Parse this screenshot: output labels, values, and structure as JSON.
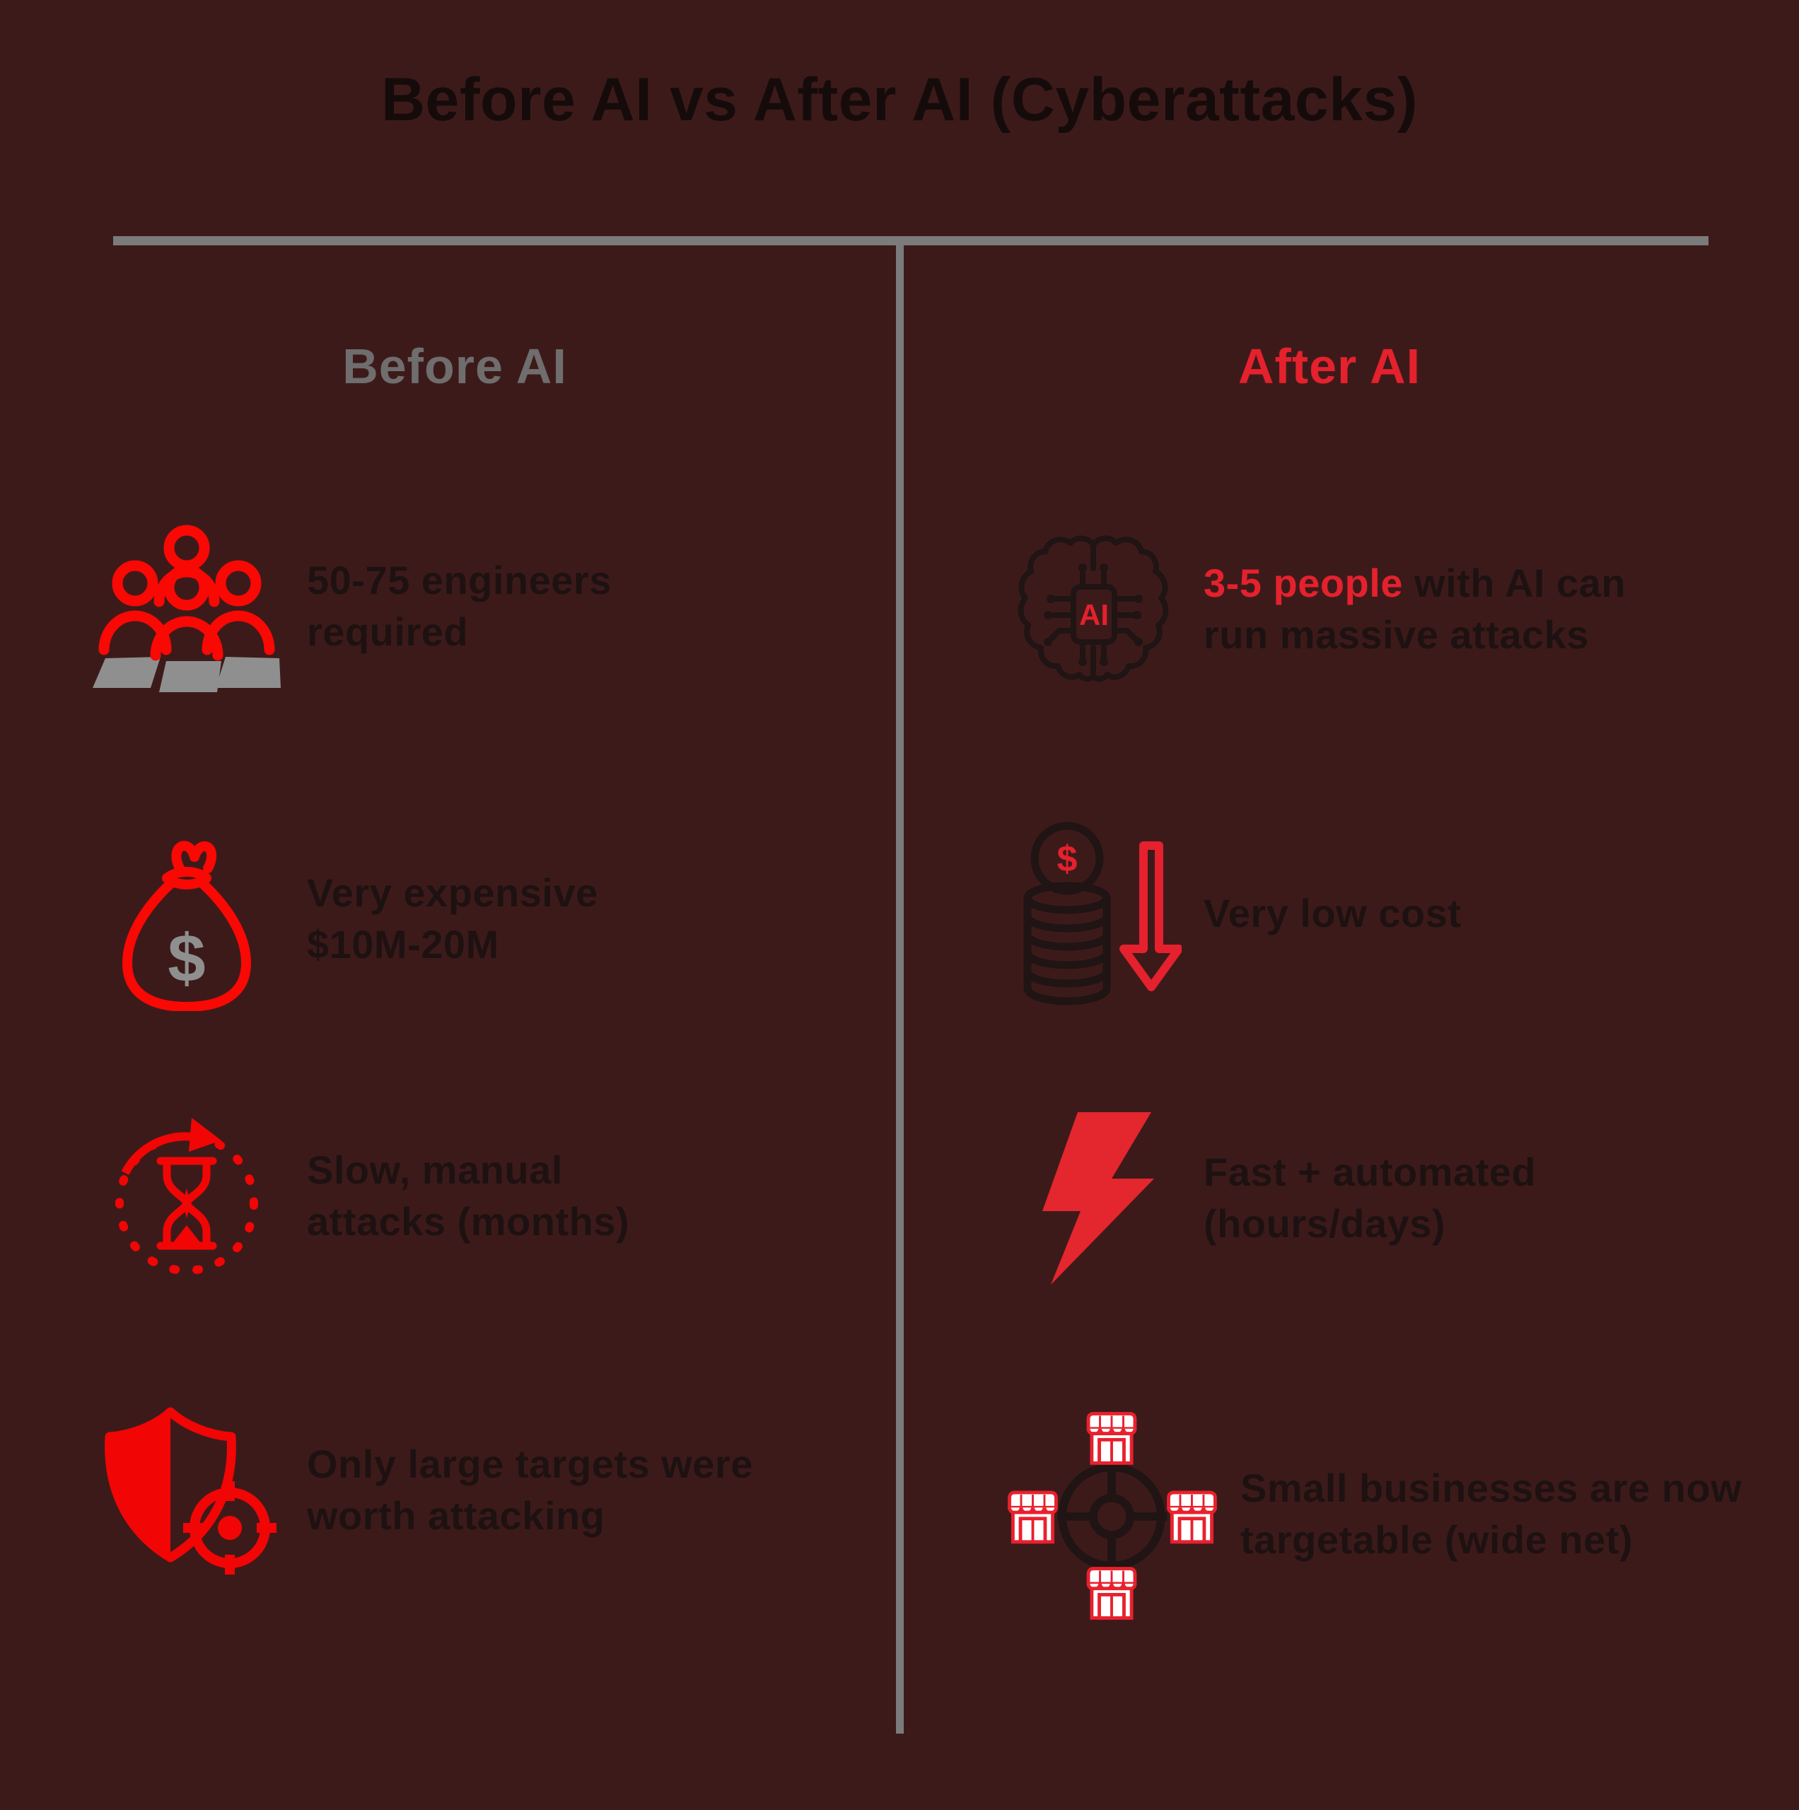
{
  "title": "Before AI vs After AI (Cyberattacks)",
  "colors": {
    "background": "#3d1a1a",
    "divider_gray": "#7b7b7b",
    "heading_gray": "#6f6d6d",
    "accent_red": "#e4212d",
    "icon_red": "#f90804",
    "icon_black": "#201414",
    "icon_gray": "#8f8f8f",
    "text_black": "#1e1111"
  },
  "columns": {
    "before": {
      "heading": "Before AI",
      "items": [
        {
          "icon": "engineers-team-icon",
          "lines": [
            "50-75 engineers",
            "required"
          ]
        },
        {
          "icon": "money-bag-icon",
          "currency_symbol": "$",
          "lines": [
            "Very expensive",
            "$10M-20M"
          ]
        },
        {
          "icon": "hourglass-cycle-icon",
          "lines": [
            "Slow, manual",
            "attacks (months)"
          ]
        },
        {
          "icon": "shield-target-icon",
          "lines": [
            "Only large targets were",
            "worth attacking"
          ]
        }
      ]
    },
    "after": {
      "heading": "After AI",
      "items": [
        {
          "icon": "ai-brain-chip-icon",
          "chip_label": "AI",
          "highlight": "3-5 people",
          "rest": " with AI can",
          "line2": "run massive attacks"
        },
        {
          "icon": "coin-stack-decrease-icon",
          "coin_symbol": "$",
          "lines": [
            "Very low cost"
          ]
        },
        {
          "icon": "lightning-bolt-icon",
          "lines": [
            "Fast + automated",
            "(hours/days)"
          ]
        },
        {
          "icon": "target-businesses-icon",
          "lines": [
            "Small businesses are now",
            "targetable (wide net)"
          ]
        }
      ]
    }
  }
}
